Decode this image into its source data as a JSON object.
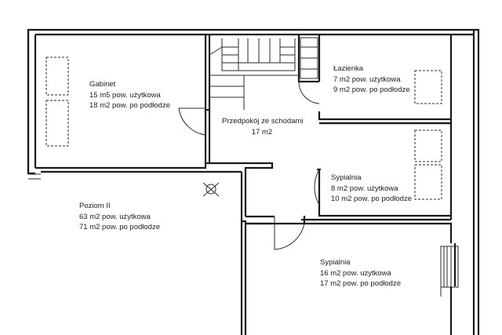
{
  "rooms": {
    "gabinet": {
      "name": "Gabinet",
      "usable": "15 m5 pow. użytkowa",
      "floor": "18 m2 pow. po podłodze"
    },
    "lazienka": {
      "name": "Łazienka",
      "usable": "7 m2 pow. użytkowa",
      "floor": "9 m2 pow. po podłodze"
    },
    "przedpokoj": {
      "name": "Przedpokój ze schodami",
      "area": "17 m2"
    },
    "sypialnia_small": {
      "name": "Sypialnia",
      "usable": "8 m2 pow. użytkowa",
      "floor": "10 m2 pow. po podłodze"
    },
    "sypialnia_large": {
      "name": "Sypialnia",
      "usable": "16 m2 pow. użytkowa",
      "floor": "17 m2 pow. po podłodze"
    }
  },
  "level": {
    "name": "Poziom II",
    "usable": "63 m2 pow. użytkowa",
    "floor": "71 m2 pow. po podłodze"
  },
  "icons": [
    "compass-icon",
    "stairs-icon",
    "roof-window-icon",
    "door-swing-icon"
  ]
}
